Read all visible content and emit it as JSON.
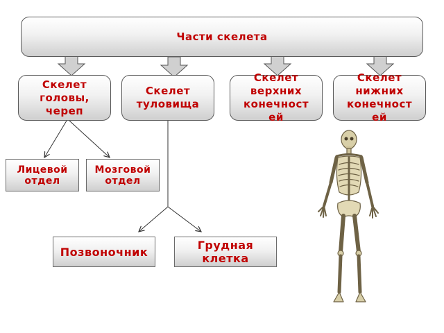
{
  "title": "Части скелета",
  "level1": [
    {
      "label": "Скелет\nголовы,\nчереп"
    },
    {
      "label": "Скелет\nтуловища"
    },
    {
      "label": "Скелет\nверхних\nконечност\nей"
    },
    {
      "label": "Скелет\nнижних\nконечност\nей"
    }
  ],
  "head_parts": [
    {
      "label": "Лицевой\nотдел"
    },
    {
      "label": "Мозговой\nотдел"
    }
  ],
  "torso_parts": [
    {
      "label": "Позвоночник"
    },
    {
      "label": "Грудная\nклетка"
    }
  ],
  "colors": {
    "text": "#c00000",
    "box_border": "#5a5a5a",
    "arrow_fill": "#d0d0d0",
    "bone": "#d8cfa8"
  }
}
